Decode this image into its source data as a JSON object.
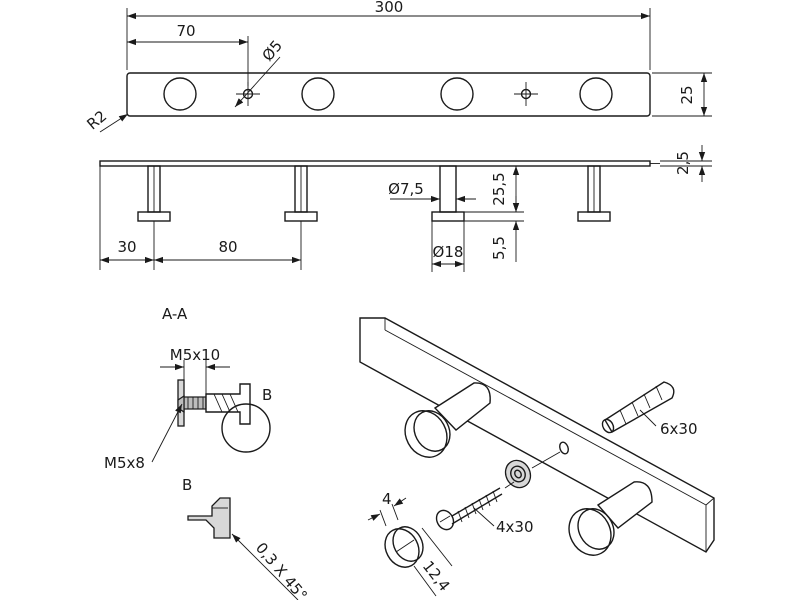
{
  "diagram": {
    "front_view": {
      "total_length": "300",
      "first_hole_offset": "70",
      "hole_diameter": "Ø5",
      "height": "25",
      "corner_radius": "R2"
    },
    "side_view": {
      "plate_thickness": "2,5",
      "peg_length": "25,5",
      "peg_diameter": "Ø7,5",
      "cap_diameter": "Ø18",
      "cap_thickness": "5,5",
      "end_offset": "30",
      "peg_spacing": "80"
    },
    "section": {
      "title": "A-A",
      "thread_top": "M5x10",
      "thread_bottom": "M5x8",
      "detail_ref": "B"
    },
    "detail": {
      "title": "B",
      "chamfer": "0,3 X 45°"
    },
    "isometric": {
      "dowel": "6x30",
      "screw": "4x30",
      "cap_width": "4",
      "cap_diameter": "12,4"
    }
  }
}
